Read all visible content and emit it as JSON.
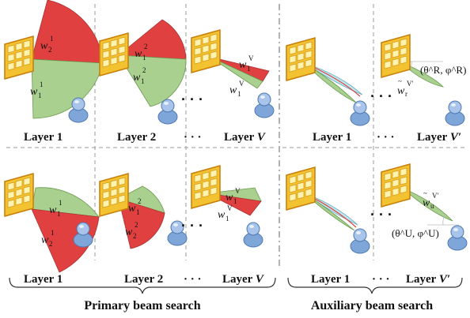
{
  "captions": {
    "primary": "Primary beam search",
    "auxiliary": "Auxiliary beam search"
  },
  "layer_labels": {
    "layer1": "Layer 1",
    "layer2": "Layer 2",
    "layerV_prefix": "Layer ",
    "layerV_var": "V",
    "layerVp_var": "V′",
    "ellipsis": "· · ·"
  },
  "weights": {
    "w": "w",
    "sub1": "1",
    "sub2": "2",
    "sup1": "1",
    "sup2": "2",
    "supV": "V",
    "sub_r": "r",
    "sub_u": "u",
    "supVp": "V′",
    "tilde": "~"
  },
  "angles": {
    "reflect": "(θ^R, φ^R)",
    "user": "(θ^U, φ^U)"
  },
  "colors": {
    "red_beam": "#e0403f",
    "green_beam": "#a9d08e",
    "cyan_beam": "#bfe8f0",
    "ris_yellow": "#f2c230",
    "ris_frame": "#d48a10",
    "user_blue": "#7fa6d8",
    "divider": "#999999"
  },
  "icons": [
    "ris-panel-icon",
    "user-icon"
  ]
}
